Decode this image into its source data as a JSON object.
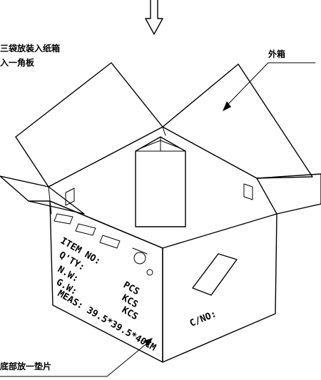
{
  "labels": {
    "instruction_line1": "三袋放装入纸箱",
    "instruction_line2": "入一角板",
    "outer_box": "外箱",
    "bottom_pad": "底部放一垫片"
  },
  "shipping_marks": {
    "item_no": "ITEM NO:",
    "qty": "Q'TY:",
    "nw": "N.W:",
    "gw": "G.W:",
    "meas": "MEAS: 39.5*39.5*40CM",
    "pcs": "PCS",
    "kcs1": "KCS",
    "kcs2": "KCS",
    "carton_no": "C/NO:"
  }
}
